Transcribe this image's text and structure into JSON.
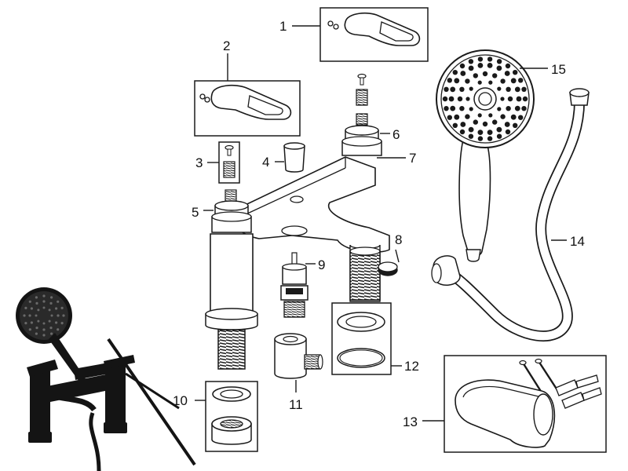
{
  "diagram": {
    "part_labels": {
      "p1": "1",
      "p2": "2",
      "p3": "3",
      "p4": "4",
      "p5": "5",
      "p6": "6",
      "p7": "7",
      "p8": "8",
      "p9": "9",
      "p10": "10",
      "p11": "11",
      "p12": "12",
      "p13": "13",
      "p14": "14",
      "p15": "15"
    },
    "colors": {
      "line": "#1a1a1a",
      "part_fill": "#ffffff",
      "photo_black": "#141414"
    }
  }
}
